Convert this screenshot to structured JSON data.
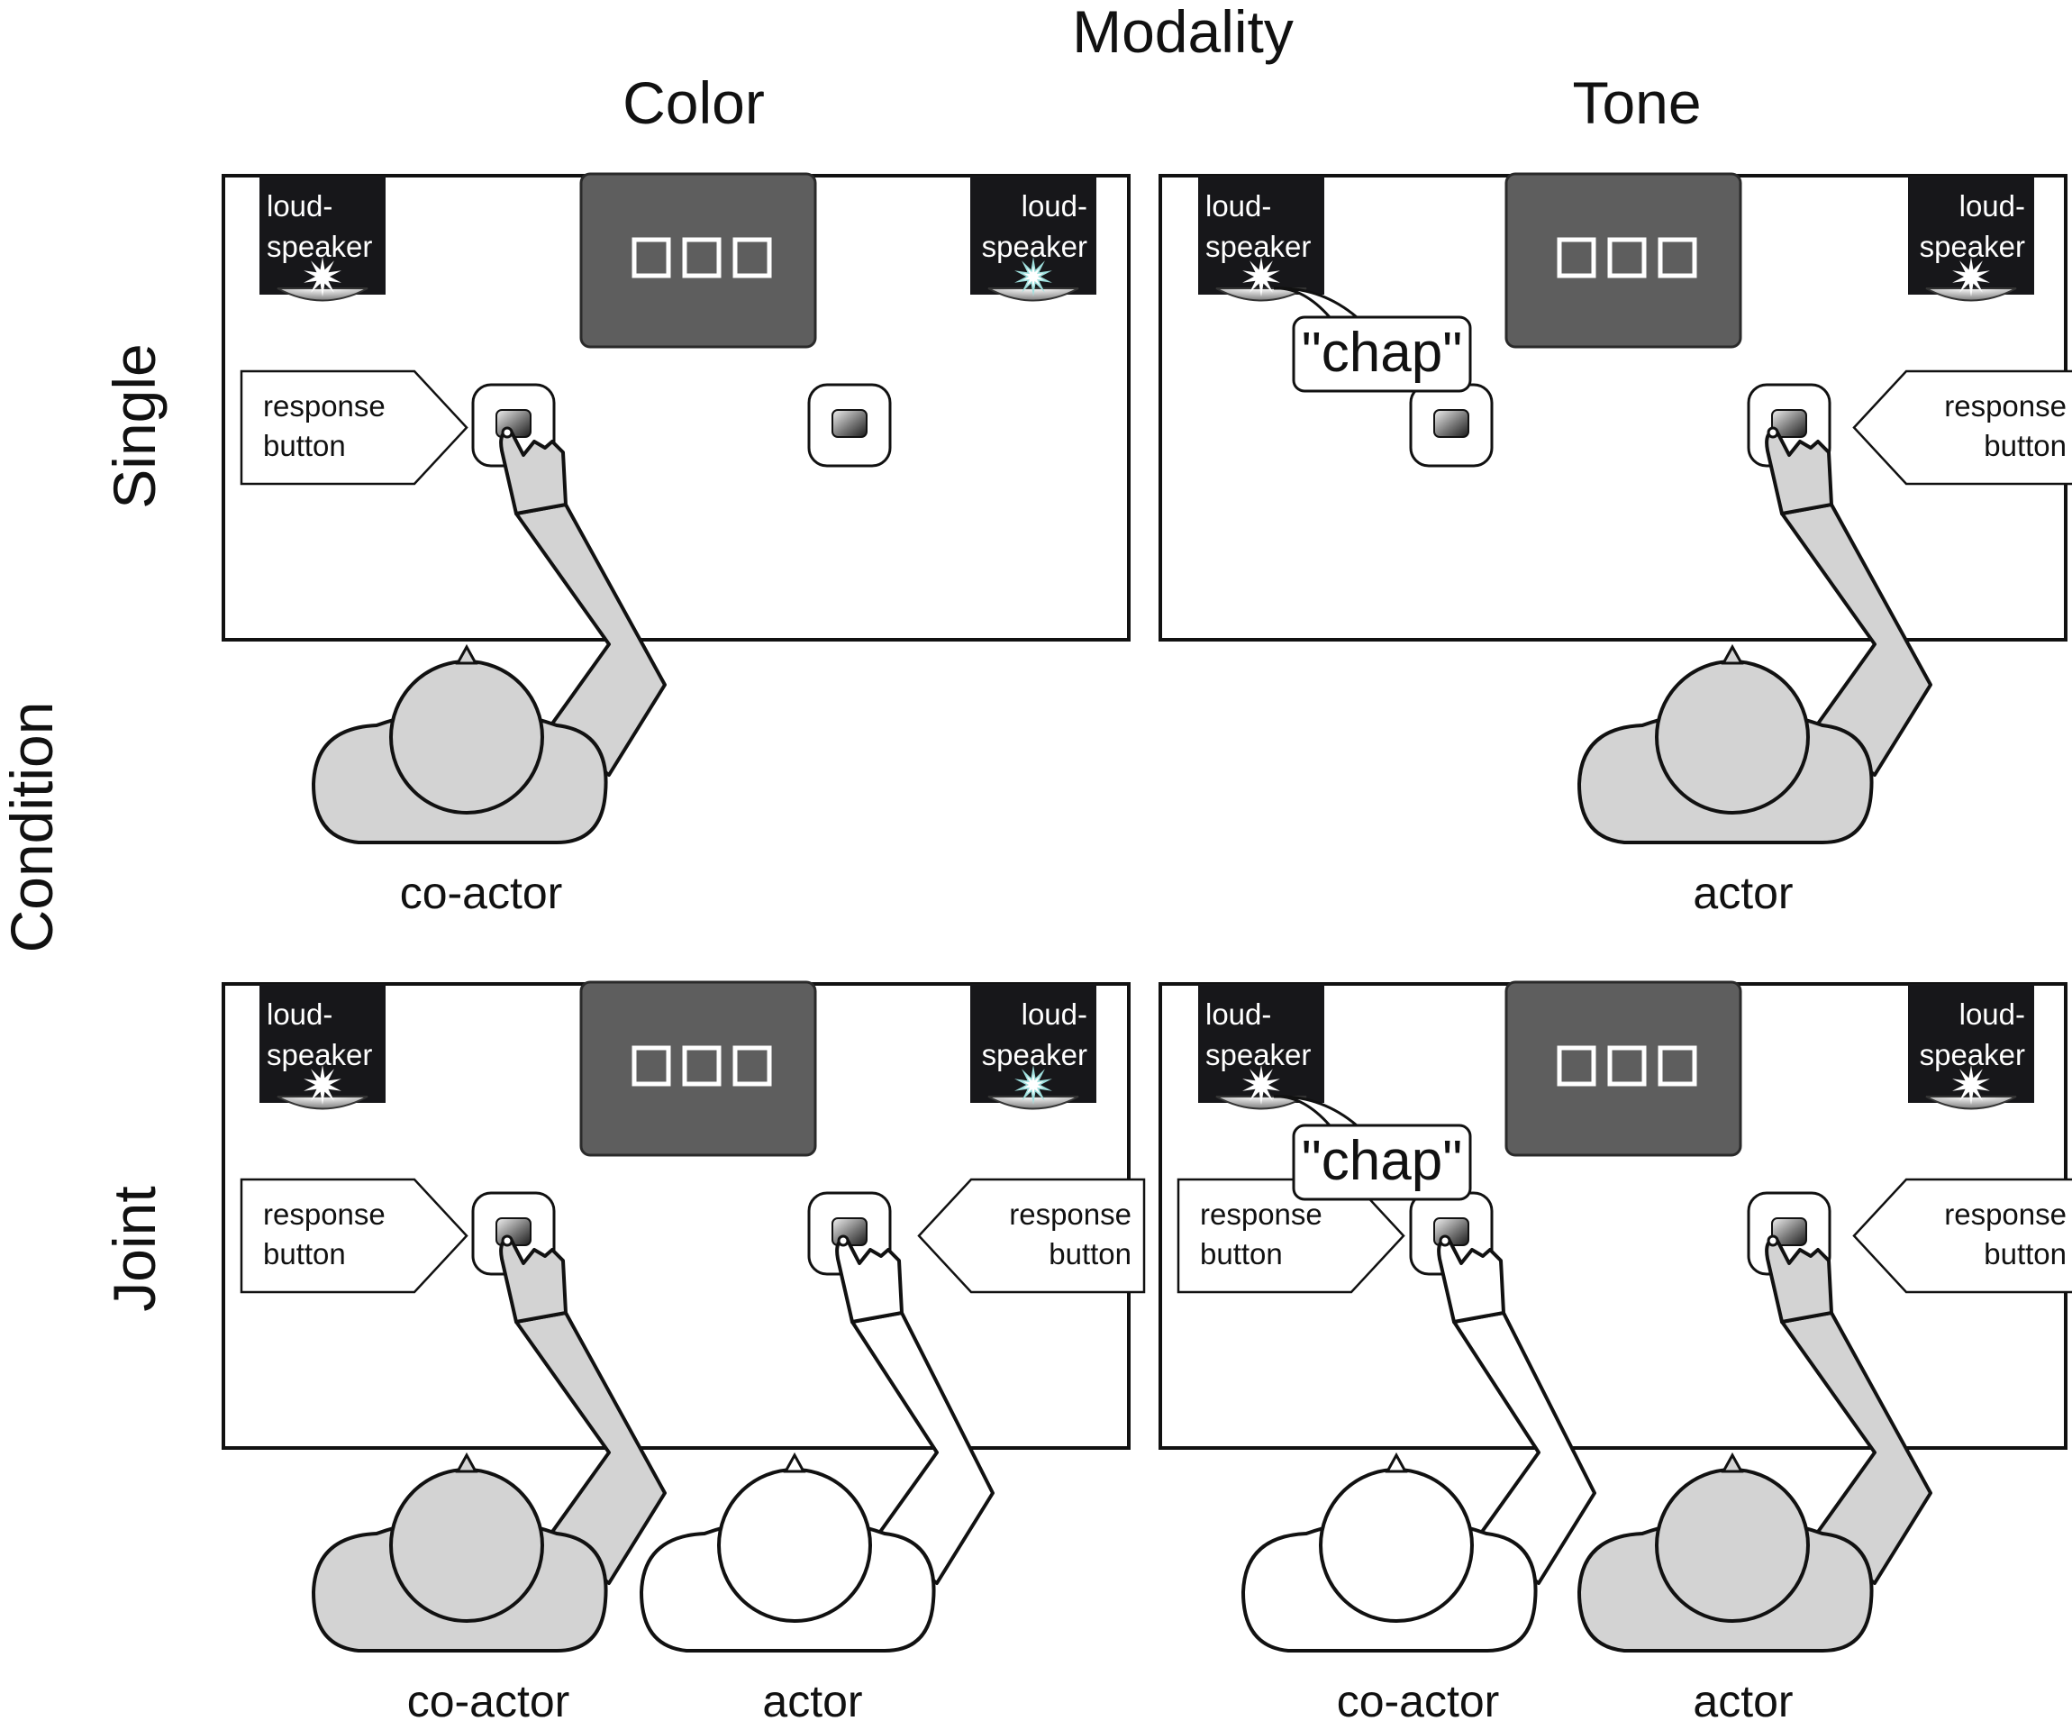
{
  "header": {
    "modality_label": "Modality",
    "condition_label": "Condition"
  },
  "columns": [
    {
      "label": "Color"
    },
    {
      "label": "Tone"
    }
  ],
  "rows": [
    {
      "label": "Single"
    },
    {
      "label": "Joint"
    }
  ],
  "panel_text": {
    "loudspeaker_line1": "loud-",
    "loudspeaker_line2": "speaker",
    "response_line1": "response",
    "response_line2": "button",
    "speech_bubble": "\"chap\""
  },
  "person_labels": {
    "co_actor": "co-actor",
    "actor": "actor"
  },
  "colors": {
    "figure_fill": "#d3d3d3",
    "monitor": "#5e5e5e",
    "loudspeaker": "#17171a",
    "highlight_cyan": "#9fe0de"
  }
}
